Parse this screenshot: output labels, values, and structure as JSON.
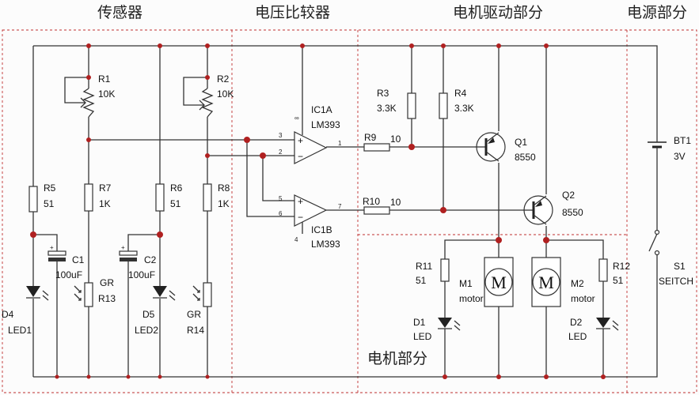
{
  "sections": {
    "sensor": "传感器",
    "comparator": "电压比较器",
    "motor_drive": "电机驱动部分",
    "power": "电源部分",
    "motor": "电机部分"
  },
  "components": {
    "r1": "R1",
    "r1_val": "10K",
    "r2": "R2",
    "r2_val": "10K",
    "r3": "R3",
    "r3_val": "3.3K",
    "r4": "R4",
    "r4_val": "3.3K",
    "r5": "R5",
    "r5_val": "51",
    "r6": "R6",
    "r6_val": "51",
    "r7": "R7",
    "r7_val": "1K",
    "r8": "R8",
    "r8_val": "1K",
    "r9": "R9",
    "r9_val": "10",
    "r10": "R10",
    "r10_val": "10",
    "r11": "R11",
    "r11_val": "51",
    "r12": "R12",
    "r12_val": "51",
    "c1": "C1",
    "c1_val": "100uF",
    "c2": "C2",
    "c2_val": "100uF",
    "gr1": "GR",
    "r13": "R13",
    "gr2": "GR",
    "r14": "R14",
    "d4": "D4",
    "led1": "LED1",
    "d5": "D5",
    "led2": "LED2",
    "d1": "D1",
    "d1_led": "LED",
    "d2": "D2",
    "d2_led": "LED",
    "ic1a": "IC1A",
    "ic1a_part": "LM393",
    "ic1b": "IC1B",
    "ic1b_part": "LM393",
    "q1": "Q1",
    "q1_part": "8550",
    "q2": "Q2",
    "q2_part": "8550",
    "m1": "M1",
    "m1_type": "motor",
    "m2": "M2",
    "m2_type": "motor",
    "motor_symbol": "M",
    "bt1": "BT1",
    "bt1_val": "3V",
    "s1": "S1",
    "s1_name": "SEITCH"
  },
  "pins": {
    "p3": "3",
    "p2": "2",
    "p1": "1",
    "p5": "5",
    "p6": "6",
    "p7": "7",
    "p8": "∞",
    "p4": "4",
    "plus": "+",
    "minus": "−"
  }
}
